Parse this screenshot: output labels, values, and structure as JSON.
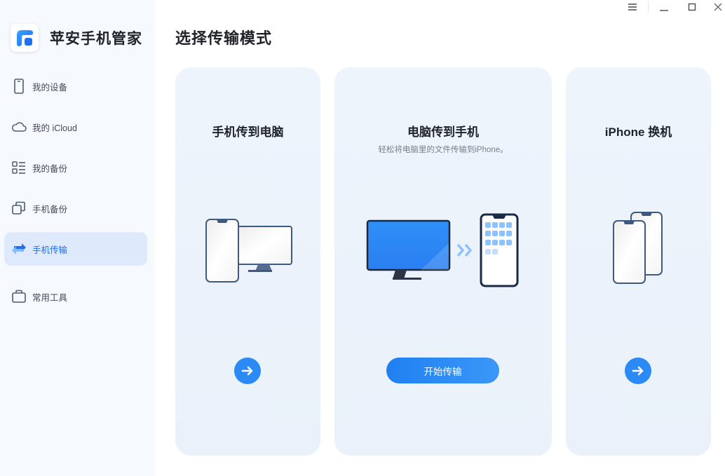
{
  "app": {
    "name": "苹安手机管家",
    "logo_icon": "app-logo-icon"
  },
  "window_controls": {
    "menu_icon": "hamburger-menu-icon",
    "minimize_icon": "minimize-icon",
    "maximize_icon": "maximize-icon",
    "close_icon": "close-icon"
  },
  "sidebar": {
    "items": [
      {
        "label": "我的设备",
        "icon": "phone-icon",
        "active": false
      },
      {
        "label": "我的 iCloud",
        "icon": "cloud-icon",
        "active": false
      },
      {
        "label": "我的备份",
        "icon": "list-icon",
        "active": false
      },
      {
        "label": "手机备份",
        "icon": "copy-icon",
        "active": false
      },
      {
        "label": "手机传输",
        "icon": "transfer-arrows-icon",
        "active": true
      },
      {
        "label": "常用工具",
        "icon": "toolbox-icon",
        "active": false
      }
    ]
  },
  "main": {
    "title": "选择传输模式",
    "cards": [
      {
        "title": "手机传到电脑",
        "description": "",
        "action": "arrow-right-icon"
      },
      {
        "title": "电脑传到手机",
        "description": "轻松将电脑里的文件传输到iPhone。",
        "button_label": "开始传输"
      },
      {
        "title": "iPhone 换机",
        "description": "",
        "action": "arrow-right-icon"
      }
    ]
  },
  "colors": {
    "accent": "#2b8af5",
    "sidebar_bg": "#f6f9fd",
    "active_bg": "#deeafb",
    "card_bg": "#ecf2fb",
    "icon_stroke": "#3e5a80"
  }
}
